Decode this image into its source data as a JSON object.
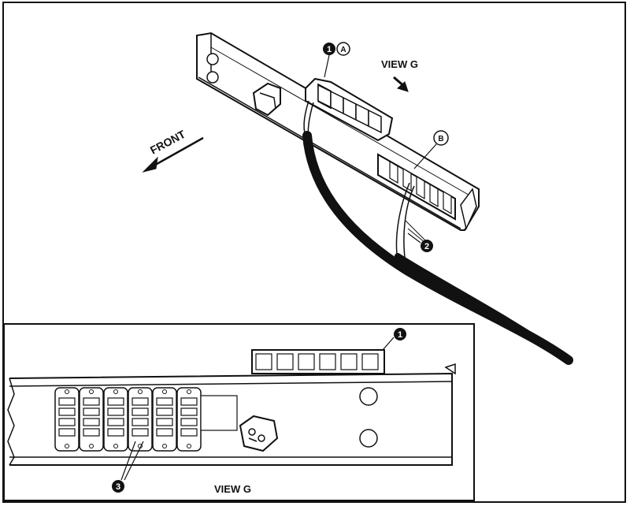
{
  "main_view": {
    "front_label": "FRONT",
    "view_label": "VIEW G",
    "callout_1": "1",
    "callout_a": "A",
    "callout_b": "B",
    "callout_2": "2"
  },
  "inset_view": {
    "title": "VIEW G",
    "callout_1": "1",
    "callout_3": "3"
  },
  "colors": {
    "ink": "#111111",
    "paper": "#ffffff"
  }
}
